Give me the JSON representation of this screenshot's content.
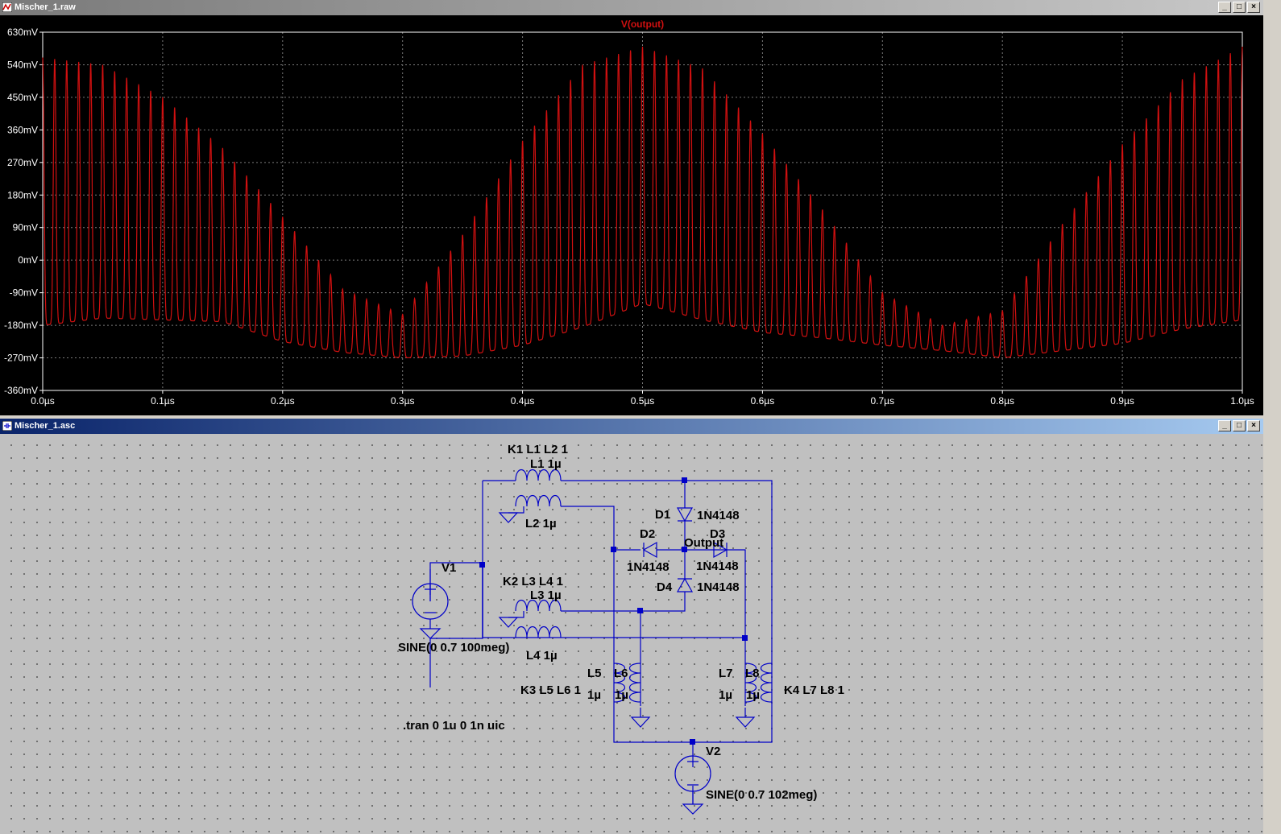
{
  "plot_window": {
    "title": "Mischer_1.raw",
    "trace_label": "V(output)",
    "colors": {
      "trace": "#d01010",
      "grid": "#7a7a7a",
      "background": "#000000",
      "axis_text": "#ffffff"
    }
  },
  "schematic_window": {
    "title": "Mischer_1.asc",
    "labels": {
      "k1": "K1 L1 L2 1",
      "l1": "L1  1µ",
      "l2": "L2  1µ",
      "d1": "D1",
      "d1_model": "1N4148",
      "d2": "D2",
      "d3": "D3",
      "output": "Output",
      "d2_model": "1N4148",
      "d3_model": "1N4148",
      "d4": "D4",
      "d4_model": "1N4148",
      "v1": "V1",
      "k2": "K2 L3 L4 1",
      "l3": "L3  1µ",
      "v1_source": "SINE(0 0.7 100meg)",
      "l4": "L4  1µ",
      "l5": "L5",
      "l6": "L6",
      "l5_val": "1µ",
      "l6_val": "1µ",
      "k3": "K3 L5 L6 1",
      "l7": "L7",
      "l8": "L8",
      "l7_val": "1µ",
      "l8_val": "1µ",
      "k4": "K4 L7 L8 1",
      "tran": ".tran 0 1u 0 1n uic",
      "v2": "V2",
      "v2_source": "SINE(0 0.7 102meg)"
    },
    "colors": {
      "wire": "#0000c8",
      "component": "#0000c8",
      "text": "#000000"
    }
  },
  "chart_data": {
    "type": "line",
    "title": "V(output)",
    "xlabel": "",
    "ylabel": "",
    "xlim": [
      0,
      1.0
    ],
    "ylim": [
      -360,
      630
    ],
    "x_unit": "µs",
    "y_unit": "mV",
    "x_ticks": [
      "0.0µs",
      "0.1µs",
      "0.2µs",
      "0.3µs",
      "0.4µs",
      "0.5µs",
      "0.6µs",
      "0.7µs",
      "0.8µs",
      "0.9µs",
      "1.0µs"
    ],
    "y_ticks": [
      "630mV",
      "540mV",
      "450mV",
      "360mV",
      "270mV",
      "180mV",
      "90mV",
      "0mV",
      "-90mV",
      "-180mV",
      "-270mV",
      "-360mV"
    ],
    "grid": true,
    "series": [
      {
        "name": "V(output)",
        "carrier_freq_MHz": 100,
        "envelope": {
          "x": [
            0.0,
            0.05,
            0.1,
            0.15,
            0.2,
            0.25,
            0.3,
            0.35,
            0.4,
            0.45,
            0.5,
            0.55,
            0.6,
            0.65,
            0.7,
            0.75,
            0.8,
            0.85,
            0.9,
            0.95,
            1.0
          ],
          "max": [
            560,
            540,
            450,
            310,
            120,
            -80,
            -150,
            70,
            330,
            540,
            590,
            530,
            350,
            140,
            -90,
            -180,
            -140,
            100,
            320,
            500,
            590
          ],
          "min": [
            -180,
            -160,
            -165,
            -170,
            -225,
            -255,
            -270,
            -265,
            -235,
            -185,
            -120,
            -165,
            -200,
            -215,
            -235,
            -250,
            -270,
            -250,
            -230,
            -190,
            -165
          ]
        }
      }
    ]
  }
}
